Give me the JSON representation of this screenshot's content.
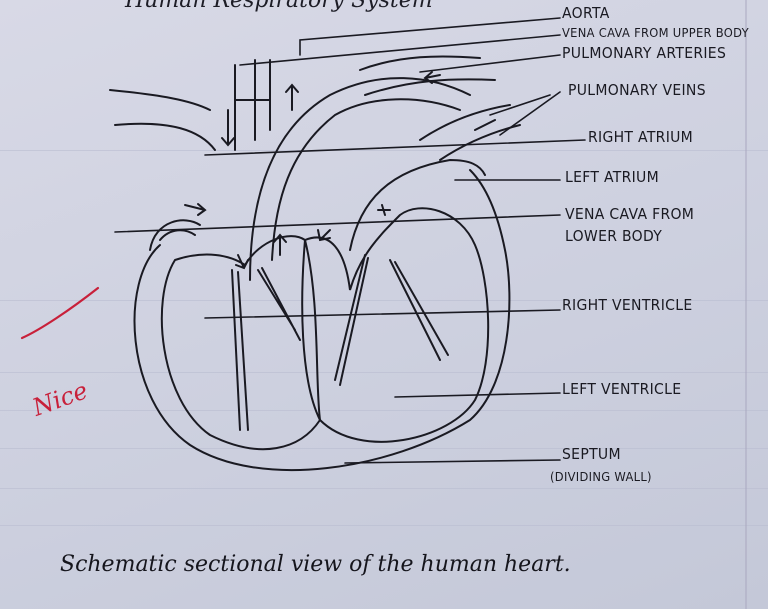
{
  "page": {
    "top_heading": "Human Respiratory System",
    "caption": "Schematic sectional view of the human heart.",
    "teacher_remark": "Nice",
    "ink_color": "#1a1a22",
    "remark_color": "#c8203a"
  },
  "labels": {
    "aorta": "AORTA",
    "vena_cava_upper": "VENA CAVA FROM UPPER BODY",
    "pulmonary_arteries": "PULMONARY ARTERIES",
    "pulmonary_veins": "PULMONARY VEINS",
    "right_atrium": "RIGHT ATRIUM",
    "left_atrium": "LEFT ATRIUM",
    "vena_cava_lower_1": "VENA CAVA FROM",
    "vena_cava_lower_2": "LOWER BODY",
    "right_ventricle": "RIGHT VENTRICLE",
    "left_ventricle": "LEFT VENTRICLE",
    "septum": "SEPTUM",
    "septum_note": "(DIVIDING WALL)"
  }
}
